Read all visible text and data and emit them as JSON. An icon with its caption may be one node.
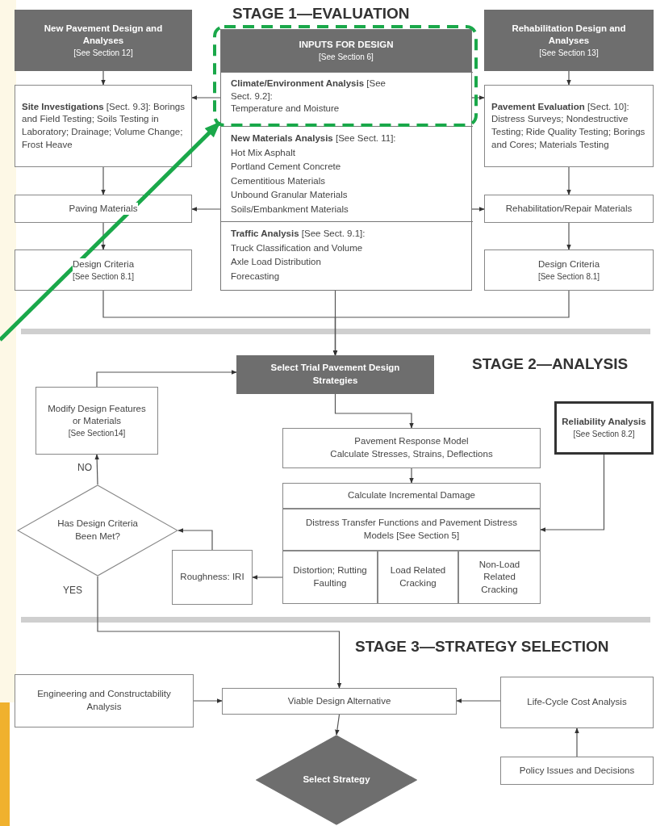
{
  "diagram": {
    "nodes": [
      {
        "text": [
          "New Pavement Design and Analyses",
          "[See Section 12]"
        ]
      },
      {
        "text": [
          "INPUTS FOR DESIGN",
          "[See Section 6]"
        ]
      },
      {
        "text": [
          "**Climate/Environment Analysis** [See Sect. 9.2]:",
          "Temperature and Moisture"
        ],
        "in": 1
      },
      {
        "text": [
          "**New Materials Analysis** [See Sect. 11]:",
          "Hot Mix Asphalt",
          "Portland Cement Concrete",
          "Cementitious Materials",
          "Unbound Granular Materials",
          "Soils/Embankment Materials"
        ],
        "in": 1
      },
      {
        "text": [
          "**Traffic Analysis** [See Sect. 9.1]:",
          "Truck Classification and Volume",
          "Axle Load Distribution",
          "Forecasting"
        ],
        "in": 1
      },
      {
        "text": [
          "Rehabilitation Design and Analyses",
          "[See Section 13]"
        ]
      },
      {
        "text": [
          "**Site Investigations** [Sect. 9.3]: Borings and Field Testing; Soils Testing in Laboratory; Drainage; Volume Change; Frost Heave"
        ]
      },
      {
        "text": [
          "**Pavement Evaluation** [Sect. 10]: Distress Surveys; Nondestructive Testing; Ride Quality Testing; Borings and Cores; Materials Testing"
        ]
      },
      {
        "text": [
          "Paving Materials"
        ]
      },
      {
        "text": [
          "Rehabilitation/Repair Materials"
        ]
      },
      {
        "text": [
          "Design Criteria",
          "[See Section 8.1]"
        ]
      },
      {
        "text": [
          "Design Criteria",
          "[See Section 8.1]"
        ]
      },
      {
        "text": [
          "Select Trial Pavement Design Strategies"
        ]
      },
      {
        "text": [
          "Modify Design Features or Materials",
          "[See Section14]"
        ]
      },
      {
        "text": [
          "Reliability Analysis",
          "[See Section 8.2]"
        ]
      },
      {
        "text": [
          "Pavement Response Model",
          "Calculate Stresses, Strains, Deflections"
        ]
      },
      {
        "text": [
          "Calculate Incremental Damage"
        ]
      },
      {
        "text": [
          "Distress Transfer Functions and Pavement Distress Models [See Section 5]"
        ]
      },
      {
        "text": [
          "Distortion; Rutting Faulting"
        ]
      },
      {
        "text": [
          "Load Related Cracking"
        ]
      },
      {
        "text": [
          "Non-Load Related Cracking"
        ]
      },
      {
        "text": [
          "Roughness: IRI"
        ]
      },
      {
        "text": [
          "Has Design Criteria Been Met?"
        ]
      },
      {
        "text": [
          "Engineering and Constructability Analysis"
        ]
      },
      {
        "text": [
          "Viable Design Alternative"
        ]
      },
      {
        "text": [
          "Life-Cycle Cost Analysis"
        ]
      },
      {
        "text": [
          "Policy Issues and Decisions"
        ]
      },
      {
        "text": [
          "Select Strategy"
        ]
      }
    ],
    "edges": [
      {
        "from": 0,
        "to": 6,
        "arrow": "to"
      },
      {
        "from": 2,
        "to": 6,
        "arrow": "to"
      },
      {
        "from": 2,
        "to": 7,
        "arrow": "to"
      },
      {
        "from": 3,
        "to": 8,
        "arrow": "to"
      },
      {
        "from": 3,
        "to": 9,
        "arrow": "to"
      },
      {
        "from": 6,
        "to": 8,
        "arrow": "to"
      },
      {
        "from": 8,
        "to": 10,
        "arrow": "to"
      },
      {
        "from": 5,
        "to": 7,
        "arrow": "to"
      },
      {
        "from": 7,
        "to": 9,
        "arrow": "to"
      },
      {
        "from": 9,
        "to": 11,
        "arrow": "to"
      },
      {
        "from": 10,
        "to": 12,
        "arrow": "to"
      },
      {
        "from": 11,
        "to": 12,
        "arrow": "to"
      },
      {
        "from": 4,
        "to": 12,
        "arrow": "to"
      },
      {
        "from": 12,
        "to": 15,
        "arrow": "to"
      },
      {
        "from": 15,
        "to": 16,
        "arrow": "to"
      },
      {
        "from": 14,
        "to": 17,
        "arrow": "to"
      },
      {
        "from": 18,
        "to": 21,
        "arrow": "to"
      },
      {
        "from": 21,
        "to": 22,
        "arrow": "to"
      },
      {
        "from": 22,
        "to": 13,
        "arrow": "to",
        "label": "NO"
      },
      {
        "from": 13,
        "to": 12,
        "arrow": "to"
      },
      {
        "from": 22,
        "to": 24,
        "arrow": "to",
        "label": "YES"
      },
      {
        "from": 23,
        "to": 24,
        "arrow": "to"
      },
      {
        "from": 25,
        "to": 24,
        "arrow": "to"
      },
      {
        "from": 26,
        "to": 25,
        "arrow": "to"
      },
      {
        "from": 24,
        "to": 27,
        "arrow": "to"
      },
      {
        "from": null,
        "to": 2,
        "arrow": "to",
        "style": "thick",
        "color": "#1aa84a"
      }
    ],
    "labels": [
      "STAGE 1—EVALUATION",
      "STAGE 2—ANALYSIS",
      "STAGE 3—STRATEGY SELECTION"
    ]
  }
}
